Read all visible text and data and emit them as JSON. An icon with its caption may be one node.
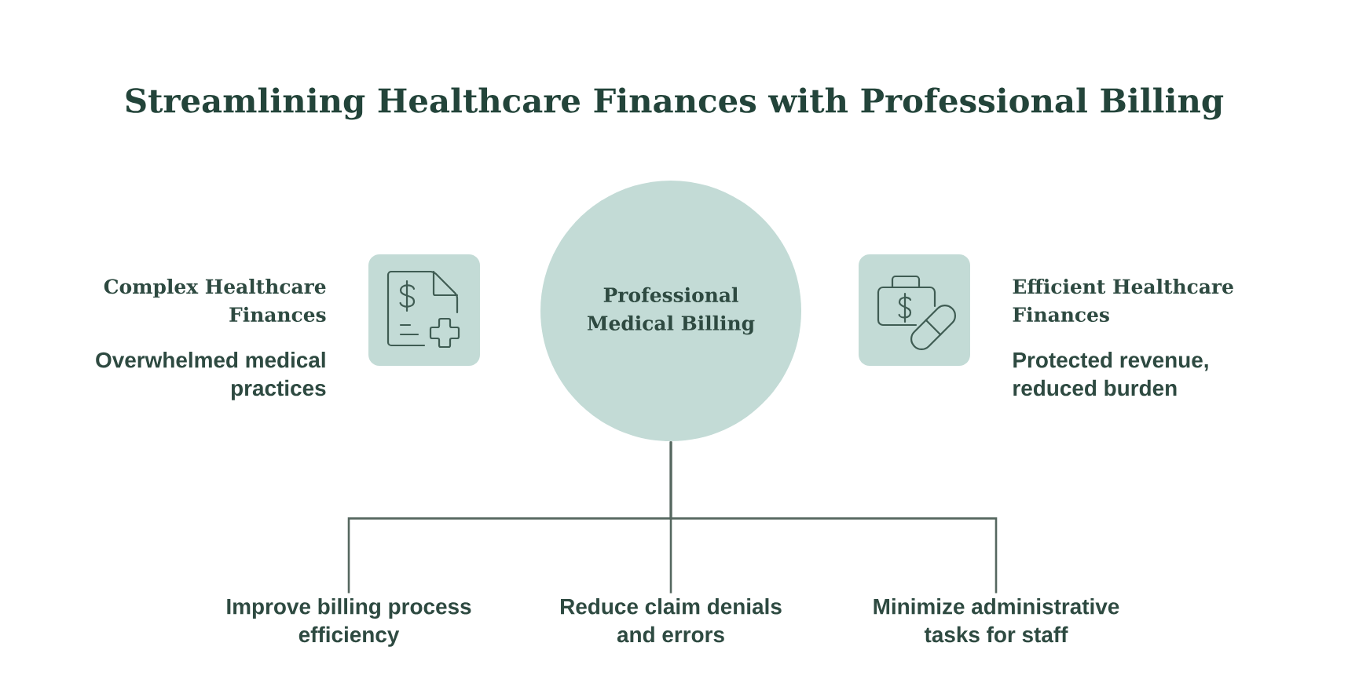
{
  "diagram": {
    "title": "Streamlining Healthcare Finances with Professional Billing",
    "nodes": [
      {
        "text": [],
        "shape": "box",
        "beside": [
          "Complex Healthcare Finances",
          "Overwhelmed medical practices"
        ]
      },
      {
        "text": [
          "Professional Medical Billing"
        ]
      },
      {
        "text": [],
        "shape": "box",
        "beside": [
          "Efficient Healthcare Finances",
          "Protected revenue, reduced burden"
        ]
      },
      {
        "text": [
          "Improve billing process efficiency"
        ]
      },
      {
        "text": [
          "Reduce claim denials and errors"
        ]
      },
      {
        "text": [
          "Minimize administrative tasks for staff"
        ]
      }
    ],
    "edges": [
      {
        "from": 1,
        "to": 3,
        "arrow": "none"
      },
      {
        "from": 1,
        "to": 4,
        "arrow": "none"
      },
      {
        "from": 1,
        "to": 5,
        "arrow": "none"
      }
    ]
  }
}
